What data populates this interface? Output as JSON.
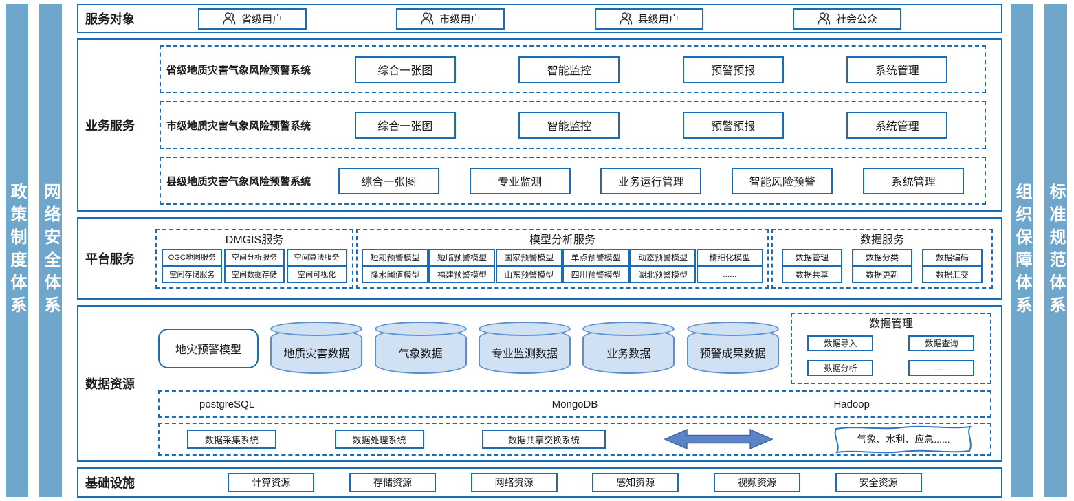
{
  "colors": {
    "accent_border": "#1a6cb5",
    "pillar_fill": "#6fa6cb",
    "cylinder_fill": "#cfe1f3",
    "cylinder_border": "#5b8fd0",
    "arrow_fill": "#5b84c6"
  },
  "pillars": {
    "left": [
      "政策制度体系",
      "网络安全体系"
    ],
    "right": [
      "组织保障体系",
      "标准规范体系"
    ]
  },
  "service_targets": {
    "label": "服务对象",
    "items": [
      "省级用户",
      "市级用户",
      "县级用户",
      "社会公众"
    ]
  },
  "business_services": {
    "label": "业务服务",
    "systems": [
      {
        "name": "省级地质灾害气象风险预警系统",
        "modules": [
          "综合一张图",
          "智能监控",
          "预警预报",
          "系统管理"
        ]
      },
      {
        "name": "市级地质灾害气象风险预警系统",
        "modules": [
          "综合一张图",
          "智能监控",
          "预警预报",
          "系统管理"
        ]
      },
      {
        "name": "县级地质灾害气象风险预警系统",
        "modules": [
          "综合一张图",
          "专业监测",
          "业务运行管理",
          "智能风险预警",
          "系统管理"
        ]
      }
    ]
  },
  "platform_services": {
    "label": "平台服务",
    "groups": [
      {
        "title": "DMGIS服务",
        "rows": [
          [
            "OGC地图服务",
            "空间分析服务",
            "空间算法服务"
          ],
          [
            "空间存储服务",
            "空间数据存储",
            "空间可视化"
          ]
        ]
      },
      {
        "title": "模型分析服务",
        "rows": [
          [
            "短期预警模型",
            "短临预警模型",
            "国家预警模型",
            "单点预警模型",
            "动态预警模型",
            "精细化模型"
          ],
          [
            "降水阈值模型",
            "福建预警模型",
            "山东预警模型",
            "四川预警模型",
            "湖北预警模型",
            "......"
          ]
        ]
      },
      {
        "title": "数据服务",
        "rows": [
          [
            "数据管理",
            "数据分类",
            "数据编码"
          ],
          [
            "数据共享",
            "数据更新",
            "数据汇交"
          ]
        ]
      }
    ]
  },
  "data_resources": {
    "label": "数据资源",
    "model_box": "地灾预警模型",
    "cylinders": [
      "地质灾害数据",
      "气象数据",
      "专业监测数据",
      "业务数据",
      "预警成果数据"
    ],
    "data_management": {
      "title": "数据管理",
      "items": [
        "数据导入",
        "数据查询",
        "数据分析",
        "......"
      ]
    },
    "databases": [
      "postgreSQL",
      "MongoDB",
      "Hadoop"
    ],
    "systems": [
      "数据采集系统",
      "数据处理系统",
      "数据共享交换系统"
    ],
    "external_link": "气象、水利、应急......"
  },
  "infrastructure": {
    "label": "基础设施",
    "items": [
      "计算资源",
      "存储资源",
      "网络资源",
      "感知资源",
      "视频资源",
      "安全资源"
    ]
  }
}
